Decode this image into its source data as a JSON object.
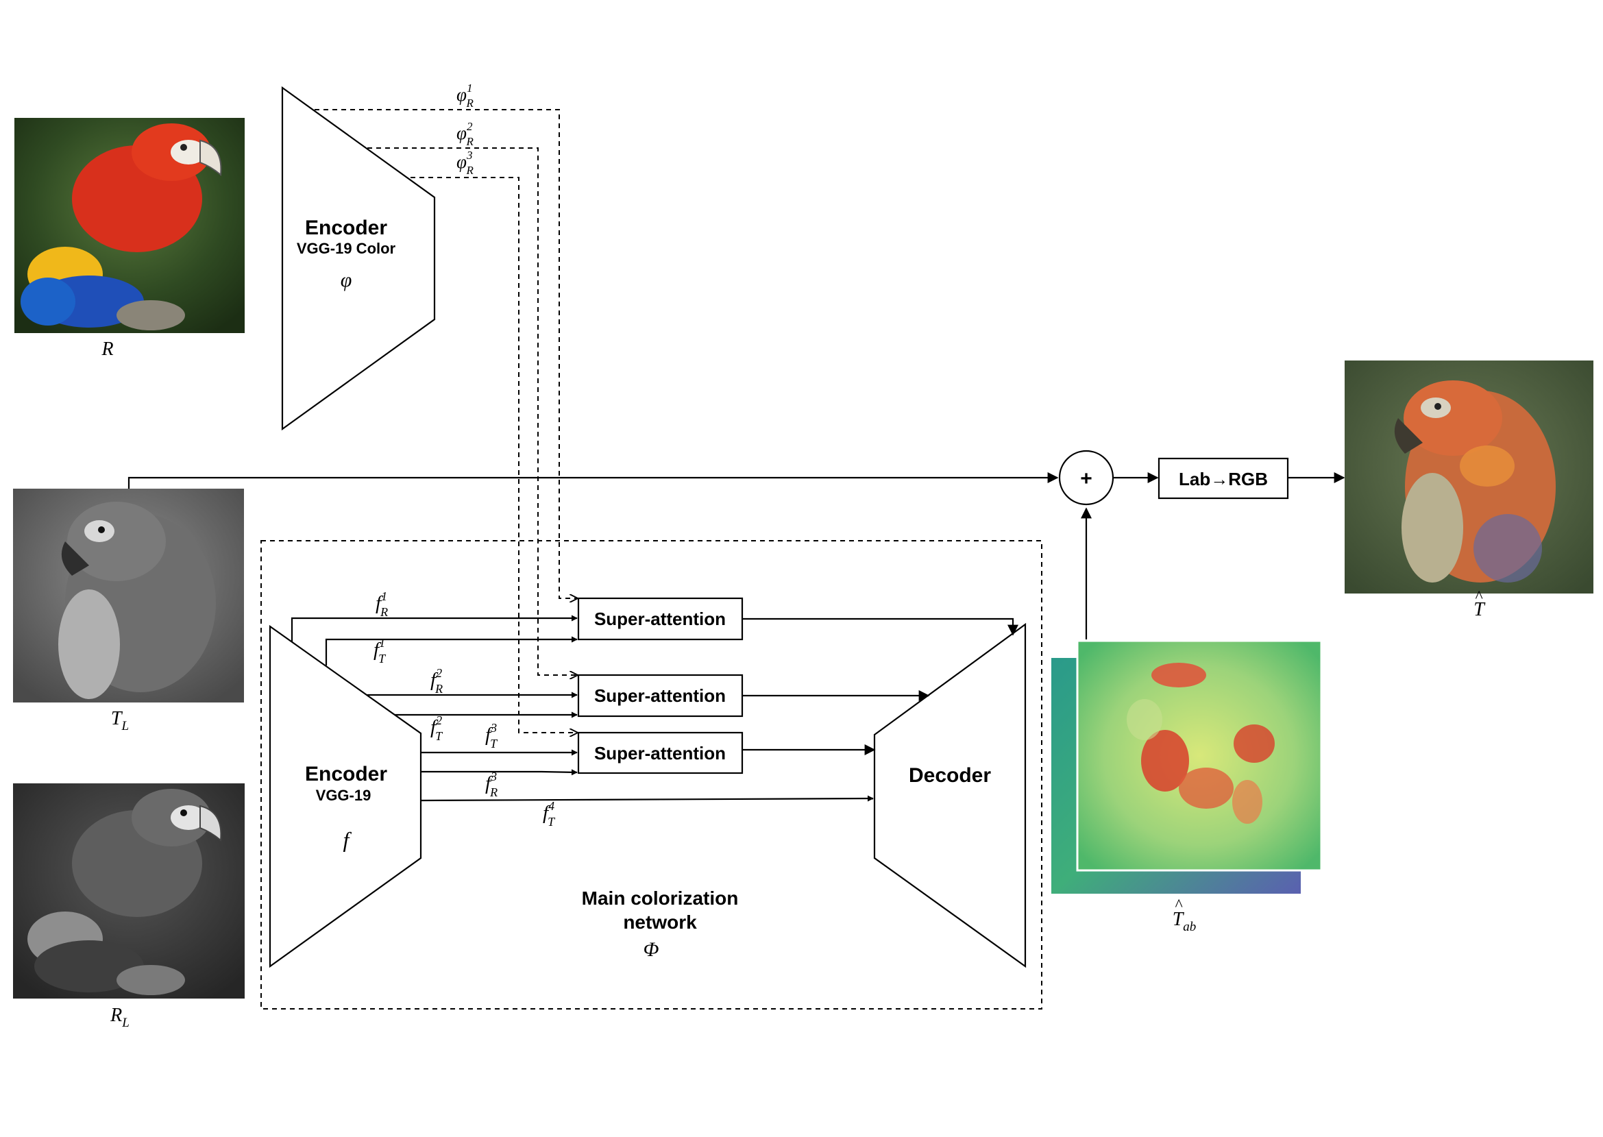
{
  "diagram": {
    "images": {
      "reference_color": {
        "label": "R",
        "description_icon": "parrot-color-photo"
      },
      "target_gray": {
        "label": "T",
        "sub": "L",
        "description_icon": "parrot-grayscale-photo"
      },
      "reference_gray": {
        "label": "R",
        "sub": "L",
        "description_icon": "parrot-grayscale-photo"
      },
      "output_color": {
        "label": "T",
        "hat": "^",
        "description_icon": "parrot-colorized-photo"
      },
      "ab_maps": {
        "label": "T",
        "sub": "ab",
        "hat": "^",
        "description_icon": "ab-heatmap"
      }
    },
    "encoder_color": {
      "title": "Encoder",
      "subtitle": "VGG-19 Color",
      "symbol": "φ"
    },
    "encoder_gray": {
      "title": "Encoder",
      "subtitle": "VGG-19",
      "symbol": "f"
    },
    "decoder": {
      "title": "Decoder"
    },
    "attention_blocks": [
      {
        "label": "Super-attention"
      },
      {
        "label": "Super-attention"
      },
      {
        "label": "Super-attention"
      }
    ],
    "plus": {
      "label": "+"
    },
    "lab_to_rgb": {
      "label": "Lab→RGB"
    },
    "network_label": {
      "line1": "Main colorization",
      "line2": "network",
      "symbol": "Φ"
    },
    "phi_features": [
      {
        "base": "φ",
        "sub": "R",
        "sup": "1"
      },
      {
        "base": "φ",
        "sub": "R",
        "sup": "2"
      },
      {
        "base": "φ",
        "sub": "R",
        "sup": "3"
      }
    ],
    "f_features": [
      {
        "base": "f",
        "sub": "R",
        "sup": "1"
      },
      {
        "base": "f",
        "sub": "T",
        "sup": "1"
      },
      {
        "base": "f",
        "sub": "R",
        "sup": "2"
      },
      {
        "base": "f",
        "sub": "T",
        "sup": "2"
      },
      {
        "base": "f",
        "sub": "T",
        "sup": "3"
      },
      {
        "base": "f",
        "sub": "R",
        "sup": "3"
      },
      {
        "base": "f",
        "sub": "T",
        "sup": "4"
      }
    ]
  }
}
